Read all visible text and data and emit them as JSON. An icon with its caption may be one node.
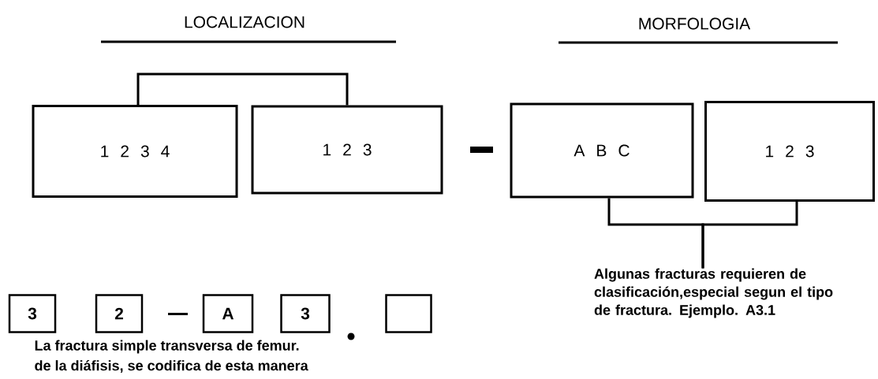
{
  "diagram": {
    "nodes": [
      {
        "text": [
          "1 2 3 4"
        ]
      },
      {
        "text": [
          "1 2 3"
        ]
      },
      {
        "text": [
          "A B C"
        ]
      },
      {
        "text": [
          "1 2 3"
        ]
      },
      {
        "text": [
          "3"
        ]
      },
      {
        "text": [
          "2"
        ]
      },
      {
        "text": [
          "A"
        ]
      },
      {
        "text": [
          "3"
        ]
      },
      {
        "text": [],
        "shape": "box"
      },
      {
        "text": [
          "Algunas fracturas requieren de clasificación,especial segun el tipo de fractura. Ejemplo. A3.1"
        ]
      }
    ],
    "edges": [
      {
        "from": 0,
        "to": 1,
        "arrow": "none"
      },
      {
        "from": 2,
        "to": 9,
        "arrow": "none"
      },
      {
        "from": 3,
        "to": 9,
        "arrow": "none"
      }
    ],
    "labels": [
      "LOCALIZACION",
      "MORFOLOGIA",
      "La fractura simple transversa de femur.",
      "de la diáfisis, se codifica de esta manera"
    ]
  }
}
